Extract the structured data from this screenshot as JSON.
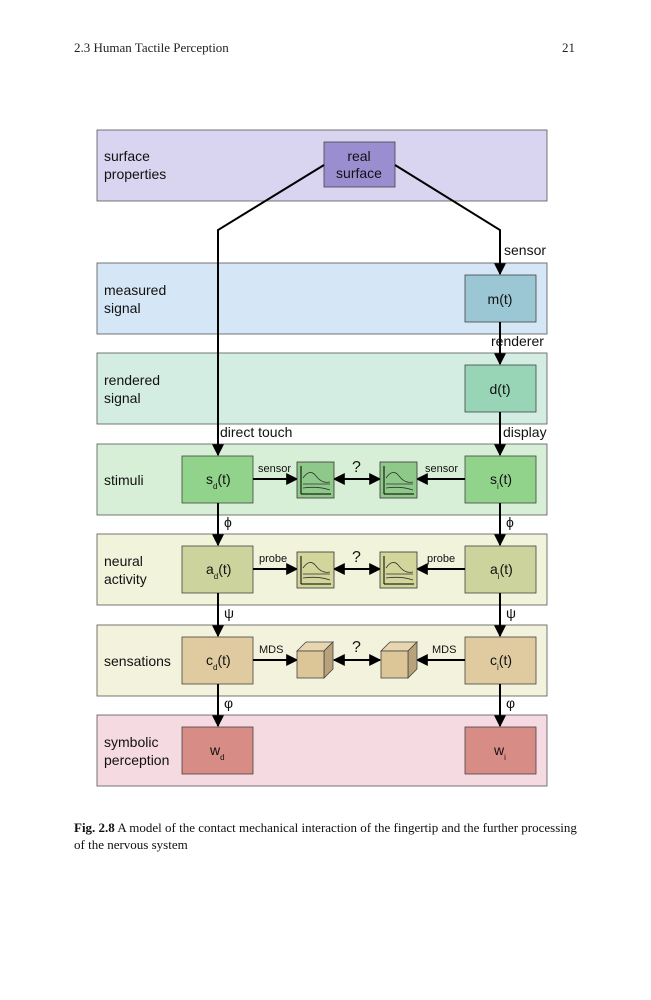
{
  "header": {
    "section": "2.3  Human Tactile Perception",
    "page": "21"
  },
  "layers": {
    "surface": [
      "surface",
      "properties"
    ],
    "measured": [
      "measured",
      "signal"
    ],
    "rendered": [
      "rendered",
      "signal"
    ],
    "stimuli": [
      "stimuli"
    ],
    "neural": [
      "neural",
      "activity"
    ],
    "sensations": [
      "sensations"
    ],
    "symbolic": [
      "symbolic",
      "perception"
    ]
  },
  "boxes": {
    "real_surface": [
      "real",
      "surface"
    ],
    "m": "m(t)",
    "d": "d(t)",
    "s_main": "s",
    "s_d_sub": "d",
    "s_i_sub": "i",
    "a_main": "a",
    "a_d_sub": "d",
    "a_i_sub": "i",
    "c_main": "c",
    "c_d_sub": "d",
    "c_i_sub": "i",
    "t_suffix": "(t)",
    "w_main": "w",
    "w_d_sub": "d",
    "w_i_sub": "i"
  },
  "arrows": {
    "sensor": "sensor",
    "renderer": "renderer",
    "display": "display",
    "direct_touch": "direct touch",
    "phi": "ϕ",
    "psi": "ψ",
    "varphi": "φ"
  },
  "compare": {
    "sensor": "sensor",
    "probe": "probe",
    "mds": "MDS",
    "question": "?"
  },
  "caption": {
    "label": "Fig. 2.8",
    "text": "A model of the contact mechanical interaction of the fingertip and the further processing of the nervous system"
  }
}
